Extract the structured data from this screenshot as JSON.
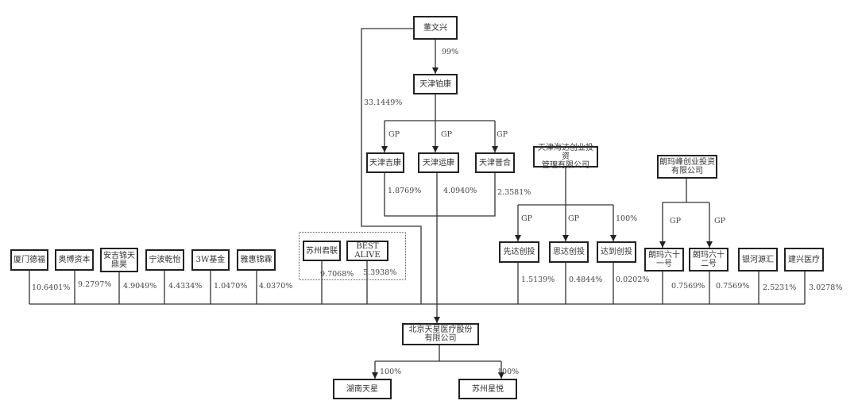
{
  "nodes": {
    "dong": "董文兴",
    "bokang": "天津铂康",
    "jikang": "天津吉康",
    "yunkang": "天津运康",
    "puhe": "天津普合",
    "haida": "天津海达创业投资\n管理有限公司",
    "langmafeng": "朗玛峰创业投资\n有限公司",
    "xiamen": "厦门德福",
    "aobo": "奥博资本",
    "anji": "安吉锦天\n鼎昊",
    "ningbo": "宁波乾怡",
    "w3": "3W基金",
    "yahui": "雅惠锦霖",
    "suzhoujunlian": "苏州君联",
    "bestalive": "BEST\nALIVE",
    "xianda": "先达创投",
    "sida": "思达创投",
    "dadao": "达到创投",
    "langma61": "朗玛六十\n一号",
    "langma62": "朗玛六十\n二号",
    "yinhe": "银河源汇",
    "jianxing": "建兴医疗",
    "beijing": "北京天星医疗股份\n有限公司",
    "hunan": "湖南天星",
    "suzhouxingyue": "苏州星悦"
  },
  "labels": {
    "dong_bokang": "99%",
    "dong_direct": "33.1449%",
    "gp_jikang": "GP",
    "gp_yunkang": "GP",
    "gp_puhe": "GP",
    "jikang_pct": "1.8769%",
    "yunkang_pct": "4.0940%",
    "puhe_pct": "2.3581%",
    "gp_xianda": "GP",
    "gp_sida": "GP",
    "dadao_100": "100%",
    "gp_langma61": "GP",
    "gp_langma62": "GP",
    "xiamen_pct": "10.6401%",
    "aobo_pct": "9.2797%",
    "anji_pct": "4.9049%",
    "ningbo_pct": "4.4334%",
    "w3_pct": "1.0470%",
    "yahui_pct": "4.0370%",
    "suzhoujunlian_pct": "9.7068%",
    "bestalive_pct": "5.3938%",
    "xianda_pct": "1.5139%",
    "sida_pct": "0.4844%",
    "dadao_pct": "0.0202%",
    "langma61_pct": "0.7569%",
    "langma62_pct": "0.7569%",
    "yinhe_pct": "2.5231%",
    "jianxing_pct": "3.0278%",
    "hunan_pct": "100%",
    "suzhouxingyue_pct": "100%"
  }
}
